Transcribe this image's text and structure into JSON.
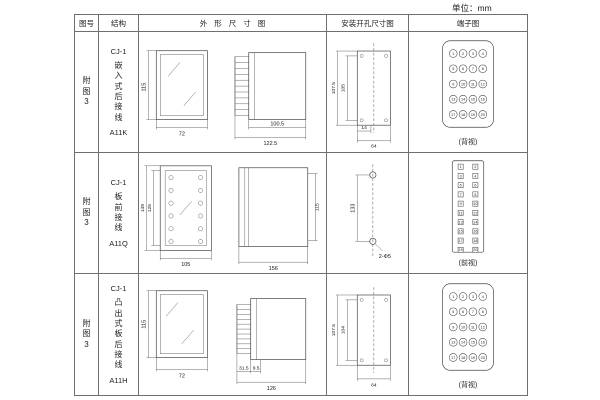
{
  "unit_label": "单位：mm",
  "headers": {
    "figure": "图号",
    "structure": "结构",
    "outline": "外形尺寸图",
    "mounting": "安装开孔尺寸图",
    "terminal": "端子图"
  },
  "rows": [
    {
      "figure": "附图3",
      "model": "CJ-1",
      "wiring": "嵌入式后接线",
      "code": "A11K",
      "outline": {
        "height": "115",
        "width": "72",
        "depth": "100.5",
        "depth_total": "122.5"
      },
      "mounting": {
        "h_outer": "107.5",
        "h_inner": "105",
        "w_small": "14",
        "w_outer": "64"
      },
      "terminal": {
        "shape": "circle",
        "cols": 4,
        "count": 20,
        "view": "(背视)"
      }
    },
    {
      "figure": "附图3",
      "model": "CJ-1",
      "wiring": "板前接线",
      "code": "A11Q",
      "outline": {
        "height_outer": "149",
        "height_inner": "125",
        "width": "105",
        "depth": "156",
        "side_height": "115"
      },
      "mounting": {
        "hole_spacing": "133",
        "hole_note": "2-Φ5"
      },
      "terminal": {
        "shape": "square",
        "cols": 2,
        "count": 20,
        "view": "(前视)"
      }
    },
    {
      "figure": "附图3",
      "model": "CJ-1",
      "wiring": "凸出式板后接线",
      "code": "A11H",
      "outline": {
        "height": "115",
        "width": "72",
        "fin_depth": "31.5",
        "step_depth": "9.5",
        "depth_total": "126"
      },
      "mounting": {
        "h_outer": "107.5",
        "h_inner": "104",
        "w_outer": "64"
      },
      "terminal": {
        "shape": "circle",
        "cols": 4,
        "count": 20,
        "view": "(背视)"
      }
    }
  ]
}
